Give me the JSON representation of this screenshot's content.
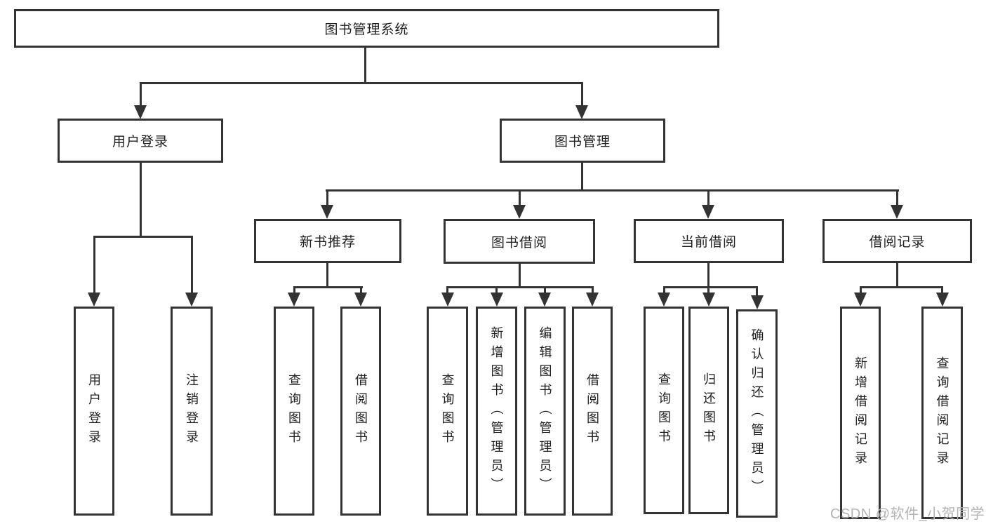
{
  "tree": {
    "root": {
      "label": "图书管理系统"
    },
    "branches": [
      {
        "label": "用户登录",
        "children": [
          {
            "label": "用户登录"
          },
          {
            "label": "注销登录"
          }
        ]
      },
      {
        "label": "图书管理",
        "children": [
          {
            "label": "新书推荐",
            "children": [
              {
                "label": "查询图书"
              },
              {
                "label": "借阅图书"
              }
            ]
          },
          {
            "label": "图书借阅",
            "children": [
              {
                "label": "查询图书"
              },
              {
                "label": "新增图书（管理员）"
              },
              {
                "label": "编辑图书（管理员）"
              },
              {
                "label": "借阅图书"
              }
            ]
          },
          {
            "label": "当前借阅",
            "children": [
              {
                "label": "查询图书"
              },
              {
                "label": "归还图书"
              },
              {
                "label": "确认归还（管理员）"
              }
            ]
          },
          {
            "label": "借阅记录",
            "children": [
              {
                "label": "新增借阅记录"
              },
              {
                "label": "查询借阅记录"
              }
            ]
          }
        ]
      }
    ]
  },
  "watermark": {
    "text": "CSDN @软件_小贺同学"
  },
  "colors": {
    "line": "#333333",
    "box_border": "#333333",
    "text": "#1f1f1f",
    "background": "#ffffff",
    "watermark": "#b3b3b3"
  }
}
